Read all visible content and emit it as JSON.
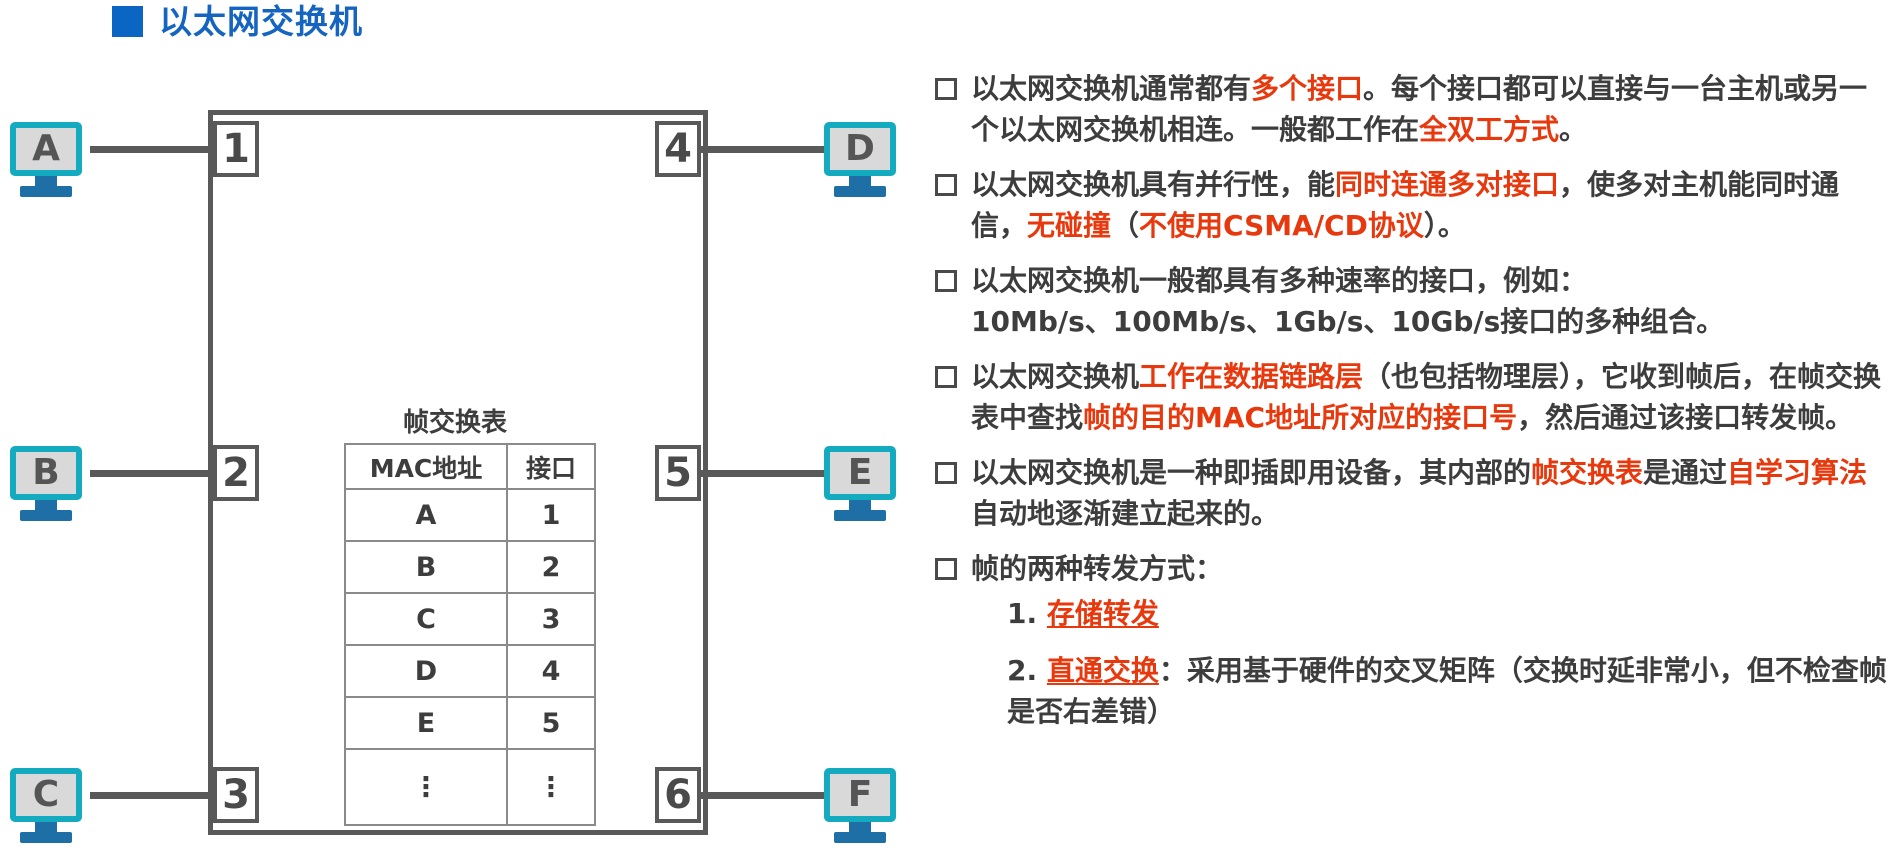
{
  "title": {
    "text": "以太网交换机",
    "bullet_color": "#0A66C2",
    "text_color": "#1565C0"
  },
  "diagram": {
    "table_title": "帧交换表",
    "table": {
      "headers": [
        "MAC地址",
        "接口"
      ],
      "rows": [
        [
          "A",
          "1"
        ],
        [
          "B",
          "2"
        ],
        [
          "C",
          "3"
        ],
        [
          "D",
          "4"
        ],
        [
          "E",
          "5"
        ],
        [
          "⋮",
          "⋮"
        ]
      ]
    },
    "ports": {
      "p1": "1",
      "p2": "2",
      "p3": "3",
      "p4": "4",
      "p5": "5",
      "p6": "6"
    },
    "hosts": {
      "a": "A",
      "b": "B",
      "c": "C",
      "d": "D",
      "e": "E",
      "f": "F"
    },
    "colors": {
      "host_border": "#14AABF",
      "host_fill": "#D9D9D9",
      "host_stand": "#1D6FA5",
      "line": "#595959"
    }
  },
  "bullets": [
    {
      "id": "b1",
      "segments": [
        {
          "t": "以太网交换机通常都有",
          "c": "dark"
        },
        {
          "t": "多个接口",
          "c": "red"
        },
        {
          "t": "。每个接口都可以直接与一台主机或另一个以太网交换机相连。一般都工作在",
          "c": "dark"
        },
        {
          "t": "全双工方式",
          "c": "red"
        },
        {
          "t": "。",
          "c": "dark"
        }
      ]
    },
    {
      "id": "b2",
      "segments": [
        {
          "t": "以太网交换机具有并行性，能",
          "c": "dark"
        },
        {
          "t": "同时连通多对接口",
          "c": "red"
        },
        {
          "t": "，使多对主机能同时通信，",
          "c": "dark"
        },
        {
          "t": "无碰撞",
          "c": "red"
        },
        {
          "t": "（",
          "c": "dark"
        },
        {
          "t": "不使用CSMA/CD协议",
          "c": "red"
        },
        {
          "t": "）。",
          "c": "dark"
        }
      ]
    },
    {
      "id": "b3",
      "segments": [
        {
          "t": "以太网交换机一般都具有多种速率的接口，例如：",
          "c": "dark"
        },
        {
          "t": "\n",
          "c": "break"
        },
        {
          "t": "10Mb/s、100Mb/s、1Gb/s、10Gb/s接口的多种组合。",
          "c": "dark"
        }
      ]
    },
    {
      "id": "b4",
      "segments": [
        {
          "t": "以太网交换机",
          "c": "dark"
        },
        {
          "t": "工作在数据链路层",
          "c": "red"
        },
        {
          "t": "（也包括物理层），它收到帧后，在帧交换表中查找",
          "c": "dark"
        },
        {
          "t": "帧的目的MAC地址所对应的接口号",
          "c": "red"
        },
        {
          "t": "，然后通过该接口转发帧。",
          "c": "dark"
        }
      ]
    },
    {
      "id": "b5",
      "segments": [
        {
          "t": "以太网交换机是一种即插即用设备，其内部的",
          "c": "dark"
        },
        {
          "t": "帧交换表",
          "c": "red"
        },
        {
          "t": "是通过",
          "c": "dark"
        },
        {
          "t": "自学习算法",
          "c": "red"
        },
        {
          "t": "自动地逐渐建立起来的。",
          "c": "dark"
        }
      ]
    },
    {
      "id": "b6",
      "segments": [
        {
          "t": "帧的两种转发方式：",
          "c": "dark"
        }
      ],
      "sublist": [
        {
          "num": "1. ",
          "segments": [
            {
              "t": "存储转发",
              "c": "ured"
            }
          ]
        },
        {
          "num": "2. ",
          "segments": [
            {
              "t": "直通交换",
              "c": "ured"
            },
            {
              "t": "：采用基于硬件的交叉矩阵（交换时延非常小，但不检查帧是否右差错）",
              "c": "dark"
            }
          ]
        }
      ]
    }
  ]
}
